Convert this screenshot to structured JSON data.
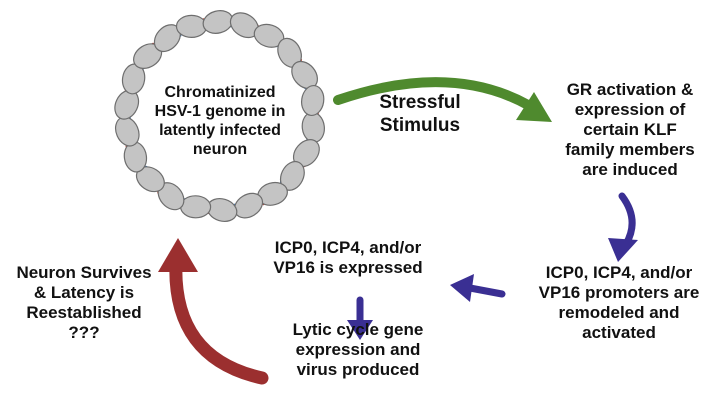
{
  "colors": {
    "nucleosome": "#c4c4c4",
    "nucleosome_outline": "#6e6e6e",
    "dna_blue": "#2f6fb5",
    "dna_red": "#c0392b",
    "stress_arrow": "#4f8a2e",
    "pathway_arrow": "#3a2f93",
    "latency_arrow": "#9b2f2f"
  },
  "genome": {
    "icon": "chromatinized-genome-ring",
    "lines": [
      "Chromatinized",
      "HSV-1 genome in",
      "latently infected",
      "neuron"
    ]
  },
  "stress": {
    "lines": [
      "Stressful",
      "Stimulus"
    ]
  },
  "gr_activation": {
    "lines": [
      "GR activation &",
      "expression of",
      "certain KLF",
      "family members",
      "are induced"
    ]
  },
  "promoters": {
    "lines": [
      "ICP0, ICP4, and/or",
      "VP16 promoters are",
      "remodeled and",
      "activated"
    ]
  },
  "icp_expressed": {
    "lines": [
      "ICP0, ICP4, and/or",
      "VP16 is expressed"
    ]
  },
  "lytic": {
    "lines": [
      "Lytic cycle gene",
      "expression and",
      "virus produced"
    ]
  },
  "latency": {
    "lines": [
      "Neuron Survives",
      "& Latency is",
      "Reestablished",
      "???"
    ]
  }
}
